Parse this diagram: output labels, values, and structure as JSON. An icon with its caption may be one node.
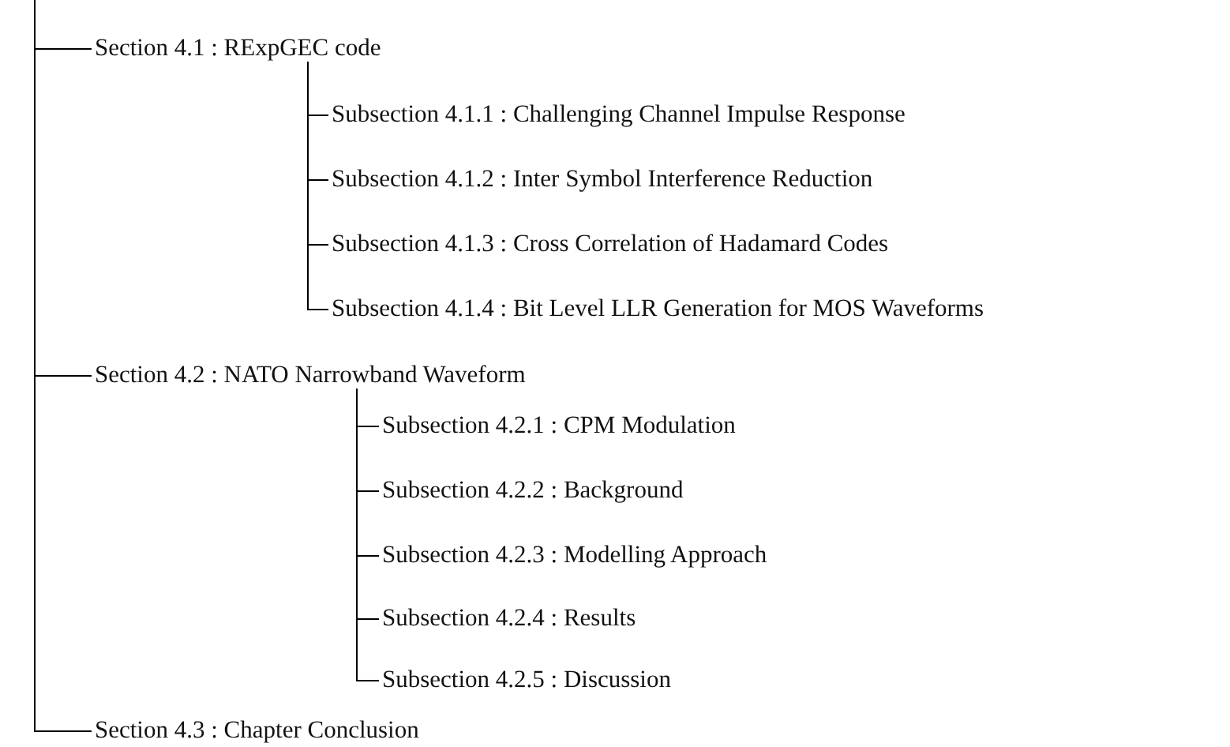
{
  "diagram": {
    "nodes": [
      {
        "text": [
          "Section 4.1 : RExpGEC code"
        ]
      },
      {
        "text": [
          "Subsection 4.1.1 : Challenging Channel Impulse Response"
        ]
      },
      {
        "text": [
          "Subsection 4.1.2 : Inter Symbol Interference Reduction"
        ]
      },
      {
        "text": [
          "Subsection 4.1.3 : Cross Correlation of Hadamard Codes"
        ]
      },
      {
        "text": [
          "Subsection 4.1.4 : Bit Level LLR Generation for MOS Waveforms"
        ]
      },
      {
        "text": [
          "Section 4.2 : NATO Narrowband Waveform"
        ]
      },
      {
        "text": [
          "Subsection 4.2.1 : CPM Modulation"
        ]
      },
      {
        "text": [
          "Subsection 4.2.2 : Background"
        ]
      },
      {
        "text": [
          "Subsection 4.2.3 : Modelling Approach"
        ]
      },
      {
        "text": [
          "Subsection 4.2.4 : Results"
        ]
      },
      {
        "text": [
          "Subsection 4.2.5 : Discussion"
        ]
      },
      {
        "text": [
          "Section 4.3 : Chapter Conclusion"
        ]
      }
    ],
    "edges": [
      {
        "from": null,
        "to": 0,
        "arrow": "none"
      },
      {
        "from": 0,
        "to": 1,
        "arrow": "none"
      },
      {
        "from": 0,
        "to": 2,
        "arrow": "none"
      },
      {
        "from": 0,
        "to": 3,
        "arrow": "none"
      },
      {
        "from": 0,
        "to": 4,
        "arrow": "none"
      },
      {
        "from": null,
        "to": 5,
        "arrow": "none"
      },
      {
        "from": 5,
        "to": 6,
        "arrow": "none"
      },
      {
        "from": 5,
        "to": 7,
        "arrow": "none"
      },
      {
        "from": 5,
        "to": 8,
        "arrow": "none"
      },
      {
        "from": 5,
        "to": 9,
        "arrow": "none"
      },
      {
        "from": 5,
        "to": 10,
        "arrow": "none"
      },
      {
        "from": null,
        "to": 11,
        "arrow": "none"
      }
    ]
  }
}
